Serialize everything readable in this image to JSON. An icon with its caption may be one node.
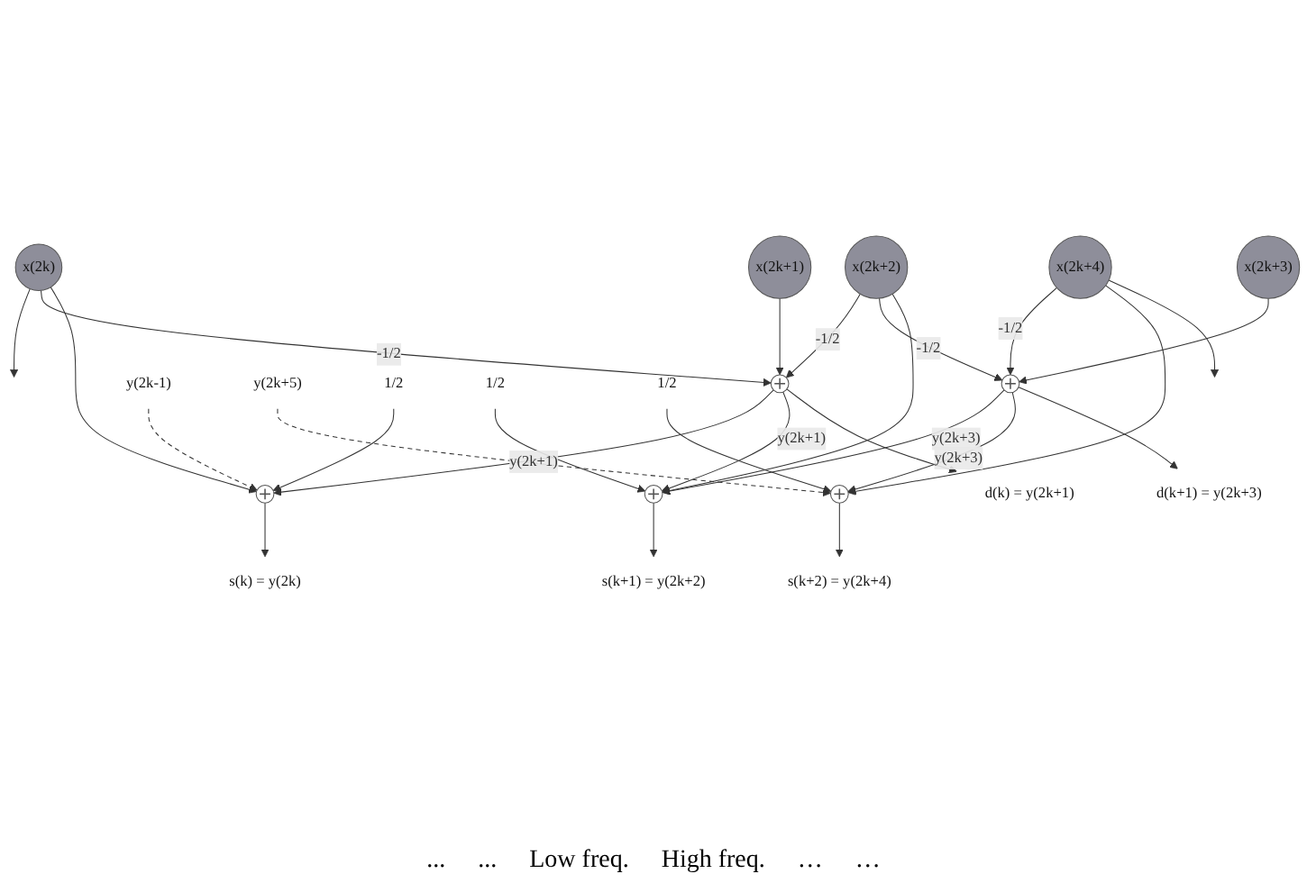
{
  "diagram": {
    "nodes": [
      {
        "text": [
          "x(2k)"
        ]
      },
      {
        "text": [
          "x(2k+1)"
        ]
      },
      {
        "text": [
          "x(2k+2)"
        ]
      },
      {
        "text": [
          "x(2k+3)"
        ]
      },
      {
        "text": [
          "x(2k+4)"
        ]
      },
      {
        "text": [],
        "shape": "circle"
      },
      {
        "text": [],
        "shape": "circle"
      },
      {
        "text": [
          "y(2k-1)"
        ]
      },
      {
        "text": [
          "y(2k+5)"
        ]
      },
      {
        "text": [
          "1/2"
        ]
      },
      {
        "text": [],
        "shape": "circle"
      },
      {
        "text": [
          "1/2"
        ]
      },
      {
        "text": [],
        "shape": "circle"
      },
      {
        "text": [
          "1/2"
        ]
      },
      {
        "text": [],
        "shape": "circle"
      },
      {
        "text": [
          "s(k) = y(2k)"
        ]
      },
      {
        "text": [
          "s(k+1) = y(2k+2)"
        ]
      },
      {
        "text": [
          "s(k+2) = y(2k+4)"
        ]
      },
      {
        "text": [
          "d(k) = y(2k+1)"
        ]
      },
      {
        "text": [
          "d(k+1) = y(2k+3)"
        ]
      }
    ],
    "edges": [
      {
        "from": 0,
        "to": null,
        "arrow": "to"
      },
      {
        "from": 0,
        "to": 5,
        "arrow": "to",
        "label": "-1/2"
      },
      {
        "from": 0,
        "to": 10,
        "arrow": "to"
      },
      {
        "from": 1,
        "to": 5,
        "arrow": "to"
      },
      {
        "from": 2,
        "to": 5,
        "arrow": "to",
        "label": "-1/2"
      },
      {
        "from": 2,
        "to": 6,
        "arrow": "to",
        "label": "-1/2"
      },
      {
        "from": 2,
        "to": 12,
        "arrow": "to"
      },
      {
        "from": 3,
        "to": 6,
        "arrow": "to"
      },
      {
        "from": 4,
        "to": 6,
        "arrow": "to",
        "label": "-1/2"
      },
      {
        "from": 4,
        "to": 14,
        "arrow": "to"
      },
      {
        "from": 4,
        "to": null,
        "arrow": "to"
      },
      {
        "from": 5,
        "to": 10,
        "arrow": "to",
        "label": "y(2k+1)"
      },
      {
        "from": 5,
        "to": 12,
        "arrow": "to",
        "label": "y(2k+1)"
      },
      {
        "from": 5,
        "to": 18,
        "arrow": "to"
      },
      {
        "from": 6,
        "to": 12,
        "arrow": "to",
        "label": "y(2k+3)"
      },
      {
        "from": 6,
        "to": 14,
        "arrow": "to",
        "label": "y(2k+3)"
      },
      {
        "from": 6,
        "to": 19,
        "arrow": "to"
      },
      {
        "from": 7,
        "to": 10,
        "arrow": "to",
        "style": "dashed"
      },
      {
        "from": 8,
        "to": 14,
        "arrow": "to",
        "style": "dashed"
      },
      {
        "from": 9,
        "to": 10,
        "arrow": "to"
      },
      {
        "from": 11,
        "to": 12,
        "arrow": "to"
      },
      {
        "from": 13,
        "to": 14,
        "arrow": "to"
      },
      {
        "from": 10,
        "to": 15,
        "arrow": "to"
      },
      {
        "from": 12,
        "to": 16,
        "arrow": "to"
      },
      {
        "from": 14,
        "to": 17,
        "arrow": "to"
      }
    ],
    "labels": [
      "...",
      "...",
      "Low freq.",
      "High freq.",
      "…",
      "…"
    ]
  }
}
